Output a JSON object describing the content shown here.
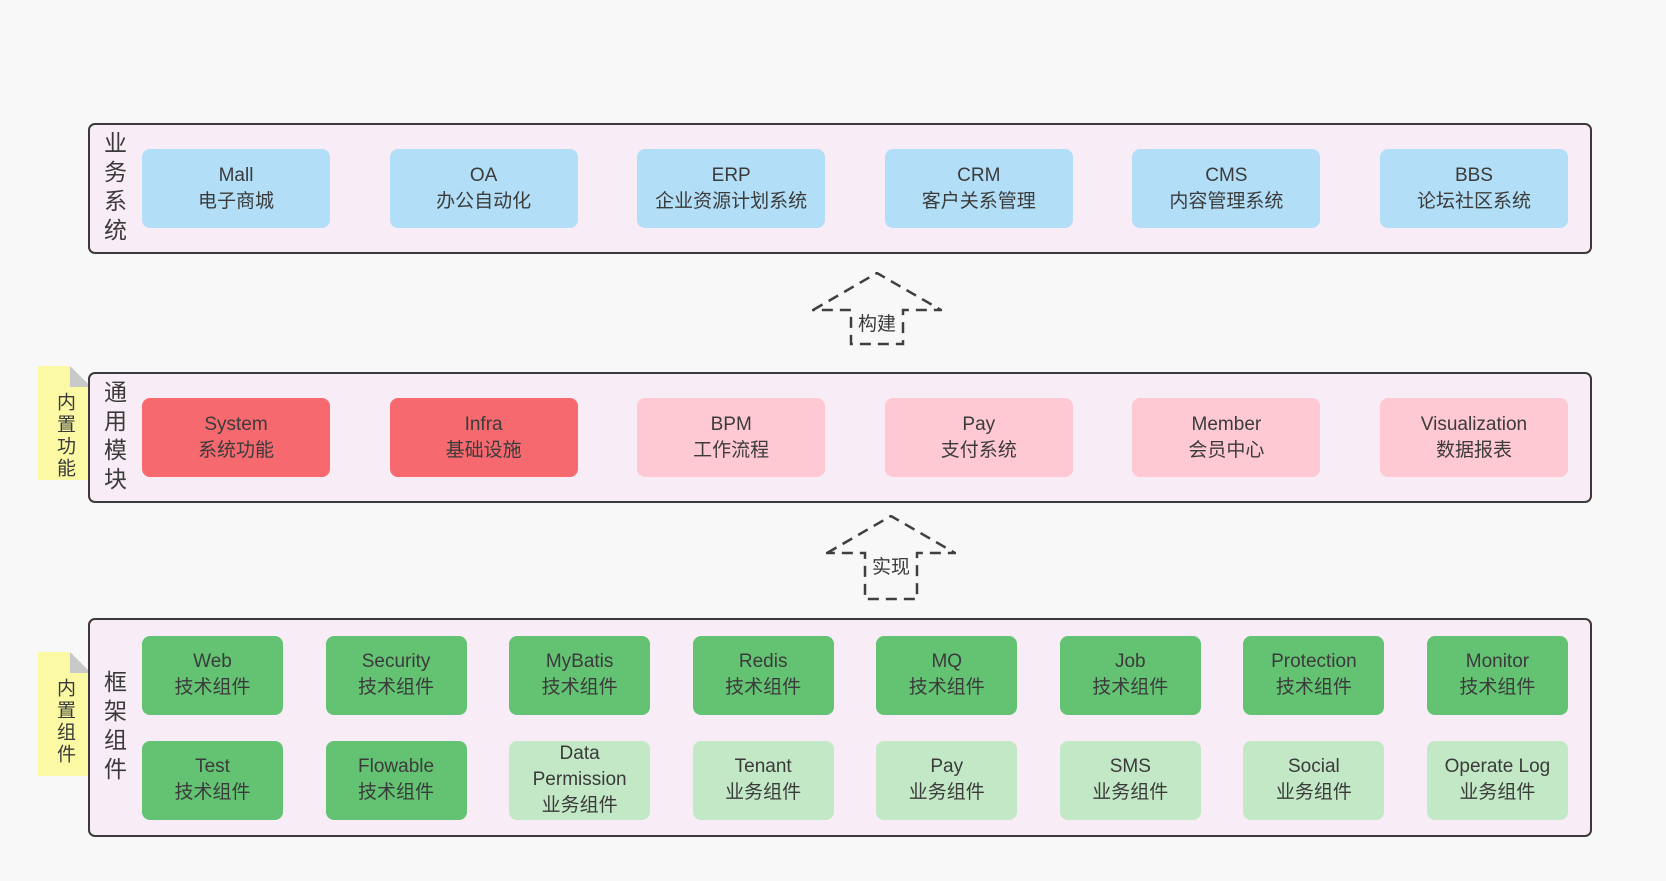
{
  "colors": {
    "page_bg": "#f8f8f8",
    "panel_bg": "#f8edf6",
    "panel_border": "#3a3a3a",
    "box_text": "#3b3b3b",
    "blue": "#b2dff7",
    "red": "#f6696f",
    "pink": "#fec9d2",
    "green": "#63c373",
    "green_light": "#c3e8c6",
    "sticky_yellow": "#fbf9a3",
    "fold_gray": "#c9c9c9",
    "arrow": "#3f3f3f"
  },
  "arrows": [
    {
      "label": "构建"
    },
    {
      "label": "实现"
    }
  ],
  "sections": [
    {
      "key": "business-systems",
      "side_label": "业务系统",
      "rows": [
        [
          {
            "name": "Mall",
            "subtitle": "电子商城",
            "color": "blue"
          },
          {
            "name": "OA",
            "subtitle": "办公自动化",
            "color": "blue"
          },
          {
            "name": "ERP",
            "subtitle": "企业资源计划系统",
            "color": "blue"
          },
          {
            "name": "CRM",
            "subtitle": "客户关系管理",
            "color": "blue"
          },
          {
            "name": "CMS",
            "subtitle": "内容管理系统",
            "color": "blue"
          },
          {
            "name": "BBS",
            "subtitle": "论坛社区系统",
            "color": "blue"
          }
        ]
      ]
    },
    {
      "key": "common-modules",
      "side_label": "通用模块",
      "sticky": "内置功能",
      "rows": [
        [
          {
            "name": "System",
            "subtitle": "系统功能",
            "color": "red"
          },
          {
            "name": "Infra",
            "subtitle": "基础设施",
            "color": "red"
          },
          {
            "name": "BPM",
            "subtitle": "工作流程",
            "color": "pink"
          },
          {
            "name": "Pay",
            "subtitle": "支付系统",
            "color": "pink"
          },
          {
            "name": "Member",
            "subtitle": "会员中心",
            "color": "pink"
          },
          {
            "name": "Visualization",
            "subtitle": "数据报表",
            "color": "pink"
          }
        ]
      ]
    },
    {
      "key": "framework-components",
      "side_label": "框架组件",
      "sticky": "内置组件",
      "rows": [
        [
          {
            "name": "Web",
            "subtitle": "技术组件",
            "color": "green"
          },
          {
            "name": "Security",
            "subtitle": "技术组件",
            "color": "green"
          },
          {
            "name": "MyBatis",
            "subtitle": "技术组件",
            "color": "green"
          },
          {
            "name": "Redis",
            "subtitle": "技术组件",
            "color": "green"
          },
          {
            "name": "MQ",
            "subtitle": "技术组件",
            "color": "green"
          },
          {
            "name": "Job",
            "subtitle": "技术组件",
            "color": "green"
          },
          {
            "name": "Protection",
            "subtitle": "技术组件",
            "color": "green"
          },
          {
            "name": "Monitor",
            "subtitle": "技术组件",
            "color": "green"
          }
        ],
        [
          {
            "name": "Test",
            "subtitle": "技术组件",
            "color": "green"
          },
          {
            "name": "Flowable",
            "subtitle": "技术组件",
            "color": "green"
          },
          {
            "name": "Data Permission",
            "subtitle": "业务组件",
            "color": "green_light"
          },
          {
            "name": "Tenant",
            "subtitle": "业务组件",
            "color": "green_light"
          },
          {
            "name": "Pay",
            "subtitle": "业务组件",
            "color": "green_light"
          },
          {
            "name": "SMS",
            "subtitle": "业务组件",
            "color": "green_light"
          },
          {
            "name": "Social",
            "subtitle": "业务组件",
            "color": "green_light"
          },
          {
            "name": "Operate Log",
            "subtitle": "业务组件",
            "color": "green_light"
          }
        ]
      ]
    }
  ]
}
